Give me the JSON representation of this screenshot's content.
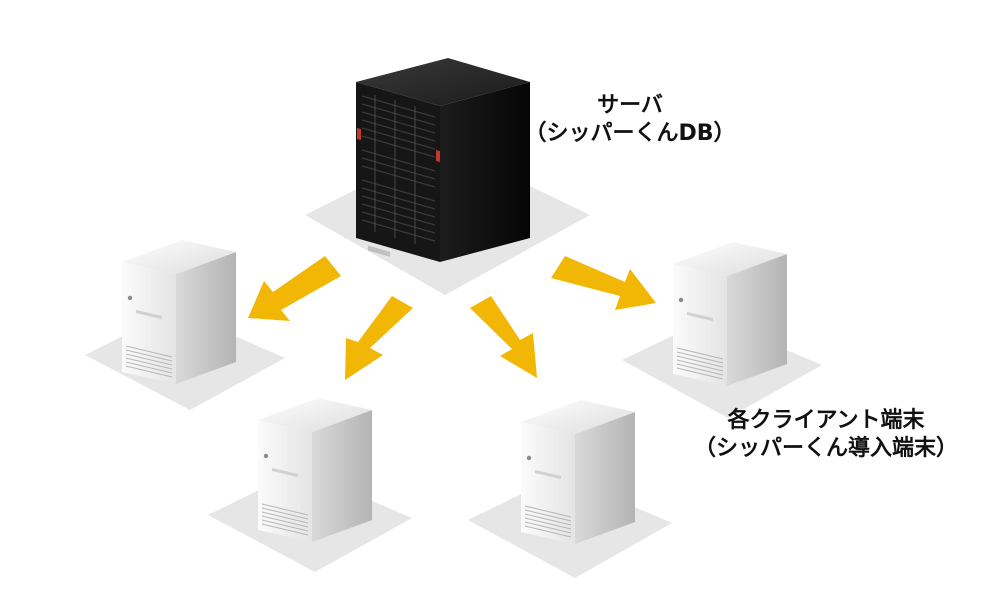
{
  "server": {
    "title": "サーバ",
    "subtitle": "（シッパーくんDB）"
  },
  "clients": {
    "title": "各クライアント端末",
    "subtitle": "（シッパーくん導入端末）"
  },
  "colors": {
    "arrow": "#f2b705",
    "floor": "#e6e6e6",
    "rack_front": "#151515",
    "rack_side": "#060606",
    "rack_accent": "#c0392b",
    "tower_front": "#f3f3f3",
    "tower_side": "#c8c8c8"
  }
}
